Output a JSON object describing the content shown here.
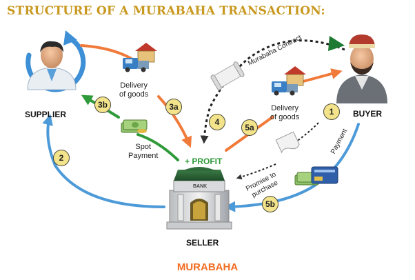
{
  "title": "STRUCTURE OF A MURABAHA TRANSACTION:",
  "parties": {
    "supplier": "SUPPLIER",
    "buyer": "BUYER",
    "seller": "SELLER"
  },
  "labels": {
    "delivery_left": "Delivery\nof goods",
    "delivery_right": "Delivery\nof goods",
    "spot_payment": "Spot\nPayment",
    "murabaha_contract": "Murabaha Contract",
    "promise": "Promise to\npurchase",
    "payment": "Payment",
    "profit": "+ PROFIT",
    "bank": "BANK"
  },
  "steps": [
    "1",
    "2",
    "3a",
    "3b",
    "4",
    "5a",
    "5b"
  ],
  "footer": "MURABAHA",
  "colors": {
    "orange": "#f07a3a",
    "blue": "#4d9ad8",
    "green": "#2f9a3a",
    "title": "#c8981f",
    "footer": "#f26c21",
    "badge": "#f3e38a"
  }
}
